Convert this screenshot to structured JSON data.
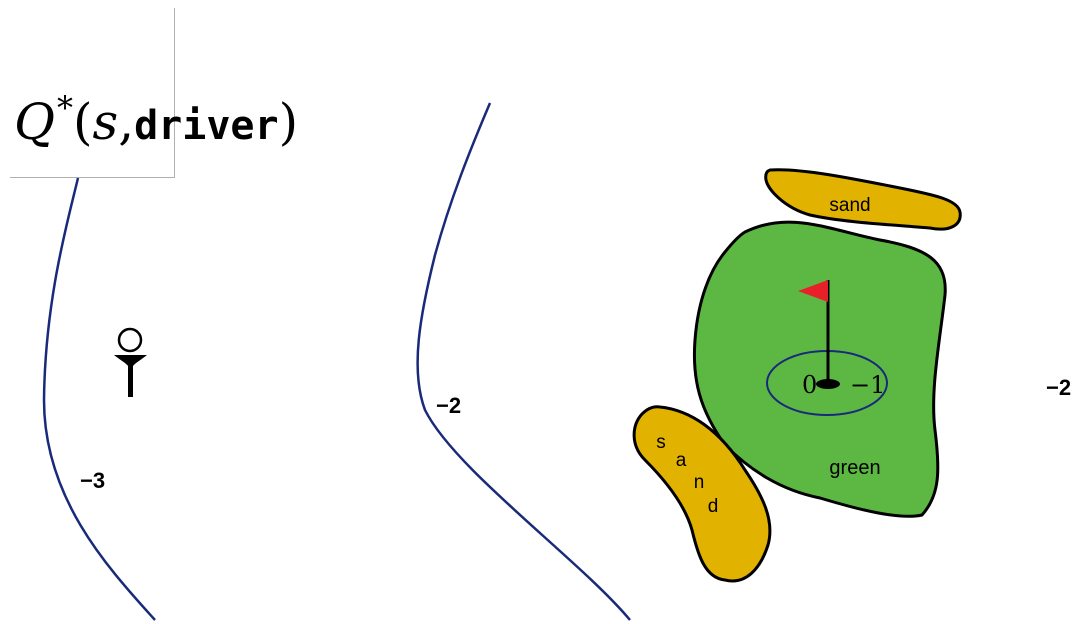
{
  "title": {
    "q": "Q",
    "star": "*",
    "open": "(",
    "s": "s",
    "comma": ",",
    "action": "driver",
    "close": ")"
  },
  "contour_labels": {
    "left": "−3",
    "middle": "−2",
    "right": "−2",
    "hole_zero": "0",
    "inner_ring": "−1"
  },
  "areas": {
    "sand_top": "sand",
    "sand_left_letters": [
      "s",
      "a",
      "n",
      "d"
    ],
    "green": "green"
  },
  "colors": {
    "contour": "#1a2a7a",
    "green": "#5cb843",
    "sand": "#e2b200",
    "flag": "#e8202a",
    "outline": "#000000"
  },
  "icons": [
    "golf-tee-icon",
    "flag-icon",
    "hole-icon"
  ]
}
